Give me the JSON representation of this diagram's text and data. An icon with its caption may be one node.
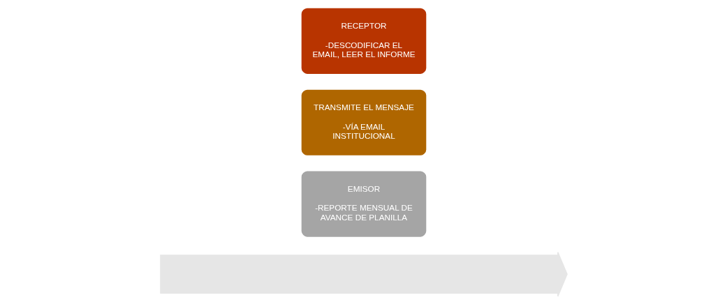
{
  "diagram": {
    "nodes": [
      {
        "text": [],
        "shape": "arrow"
      },
      {
        "text": [
          "EMISOR",
          "-REPORTE MENSUAL DE AVANCE DE PLANILLA"
        ]
      },
      {
        "text": [
          "TRANSMITE EL MENSAJE",
          "-VÍA EMAIL INSTITUCIONAL"
        ]
      },
      {
        "text": [
          "RECEPTOR",
          "-DESCODIFICAR EL EMAIL, LEER EL INFORME"
        ]
      }
    ],
    "edges": []
  }
}
